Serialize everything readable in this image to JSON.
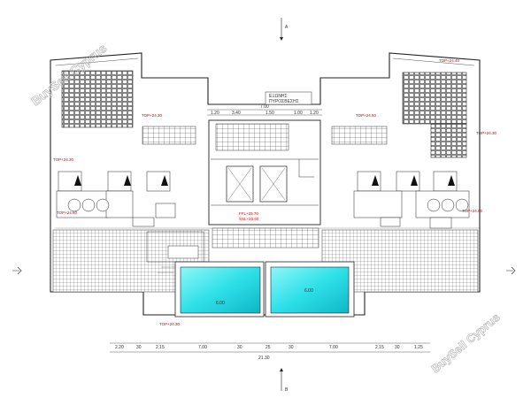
{
  "watermarks": [
    "BuySell Cyprus",
    "BuySell Cyprus"
  ],
  "header_note": [
    "ΕΞΩΝΗΣ",
    "ΠΥΡΟΣΒΕΣΗΣ"
  ],
  "top_dims": [
    "1.20",
    "3.40",
    "1.50",
    "1.00",
    "1.20"
  ],
  "top_total": "7.00",
  "bottom_dims": [
    "2.20",
    "30",
    "2.15",
    "7.00",
    "30",
    "25",
    "30",
    "7.00",
    "2.15",
    "30",
    "1.25"
  ],
  "bottom_total": "21.30",
  "level_tags": [
    "TOP+24.40",
    "TOP+24.30",
    "TOP+24.50",
    "TOP+24.30",
    "TOP+24.30",
    "TOP+24.30",
    "TOP+24.60",
    "TOP+24.60"
  ],
  "center_levels": [
    "FFL+23.70",
    "SSL+23.60"
  ],
  "pool_width": "6.00",
  "section_marks": [
    "A",
    "B"
  ],
  "colors": {
    "pool": "#2ee0e8",
    "lines": "#222222",
    "accent": "#cc0000"
  }
}
